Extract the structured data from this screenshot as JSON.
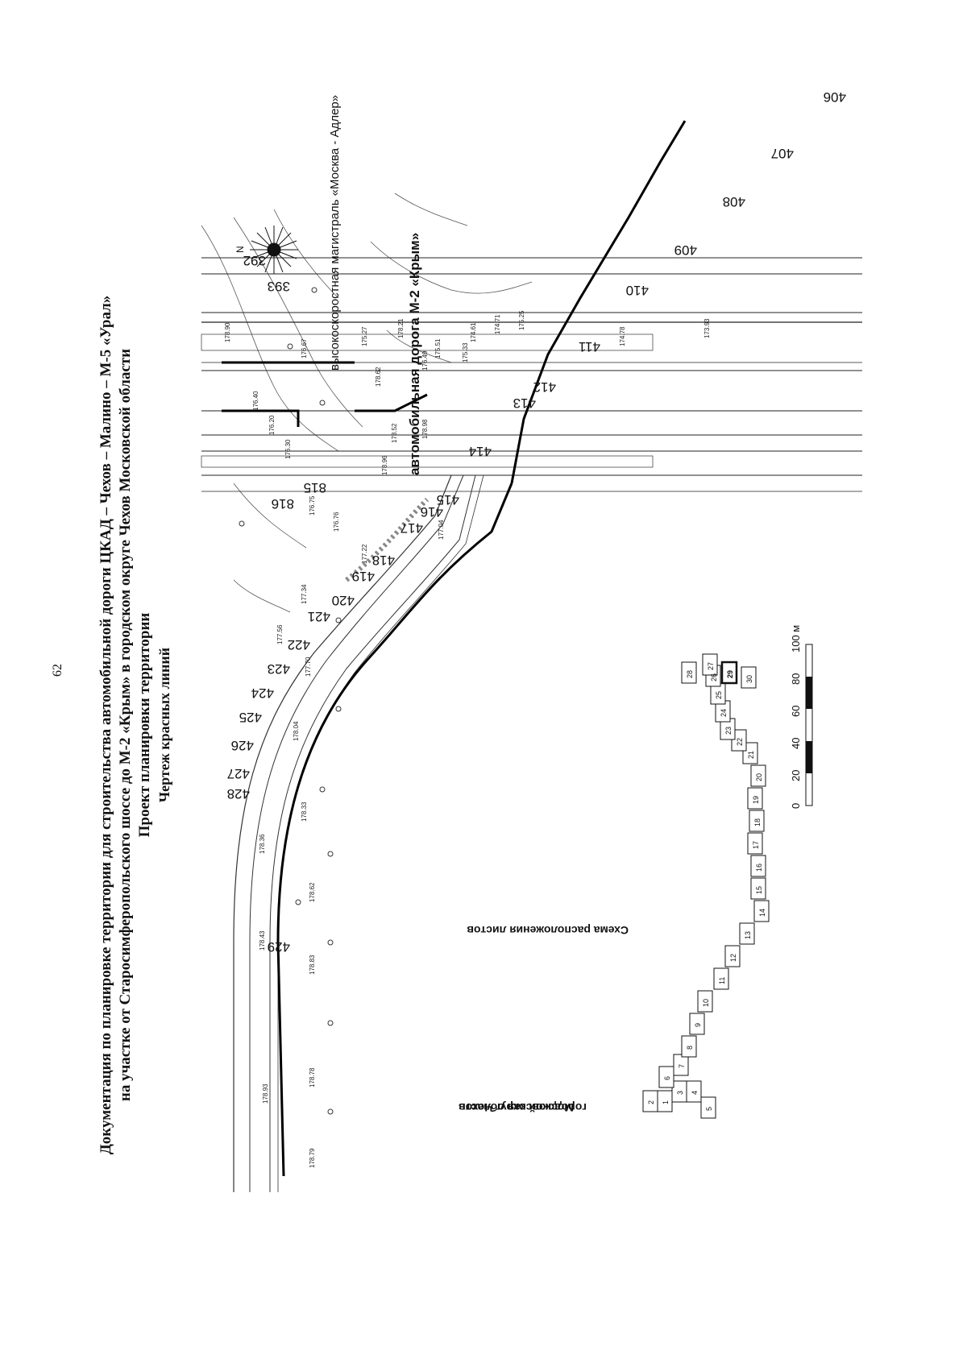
{
  "page_number": "62",
  "title_lines": [
    "Документация по планировке территории для строительства автомобильной дороги ЦКАД – Чехов – Малино – М-5 «Урал»",
    "на участке от Старосимферопольского шоссе до М-2 «Крым» в городском округе Чехов Московской области",
    "Проект планировки территории",
    "Чертеж красных линий"
  ],
  "compass": {
    "north_letter": "N"
  },
  "road_labels": {
    "m2": "автомобильная дорога М-2 «Крым»",
    "highway": "высокоскоростная магистраль «Москва - Адлер»"
  },
  "red_line_points": [
    "392",
    "393",
    "815",
    "816",
    "406",
    "407",
    "408",
    "409",
    "410",
    "411",
    "412",
    "413",
    "414",
    "415",
    "416",
    "417",
    "418",
    "419",
    "420",
    "421",
    "422",
    "423",
    "424",
    "425",
    "426",
    "427",
    "428",
    "429"
  ],
  "elevation_marks": [
    "178.90",
    "176.67",
    "175.27",
    "174.78",
    "173.93",
    "176.40",
    "176.20",
    "176.30",
    "176.75",
    "176.76",
    "177.22",
    "177.34",
    "177.56",
    "177.70",
    "178.04",
    "178.33",
    "178.62",
    "178.83",
    "178.78",
    "178.79",
    "178.93",
    "178.36",
    "178.43",
    "178.96",
    "178.52",
    "178.98",
    "178.62",
    "178.21",
    "177.04",
    "176.49",
    "175.51",
    "175.33",
    "174.61",
    "174.71",
    "175.25"
  ],
  "region_label": [
    "Московская область",
    "городской округ Чехов"
  ],
  "schema": {
    "title": "Схема расположения листов",
    "sheets": [
      "1",
      "2",
      "3",
      "4",
      "5",
      "6",
      "7",
      "8",
      "9",
      "10",
      "11",
      "12",
      "13",
      "14",
      "15",
      "16",
      "17",
      "18",
      "19",
      "20",
      "21",
      "22",
      "23",
      "24",
      "25",
      "26",
      "27",
      "28",
      "29",
      "30"
    ],
    "current_sheet": "29"
  },
  "scale_bar": {
    "ticks": [
      "0",
      "20",
      "40",
      "60",
      "80",
      "100 м"
    ]
  }
}
